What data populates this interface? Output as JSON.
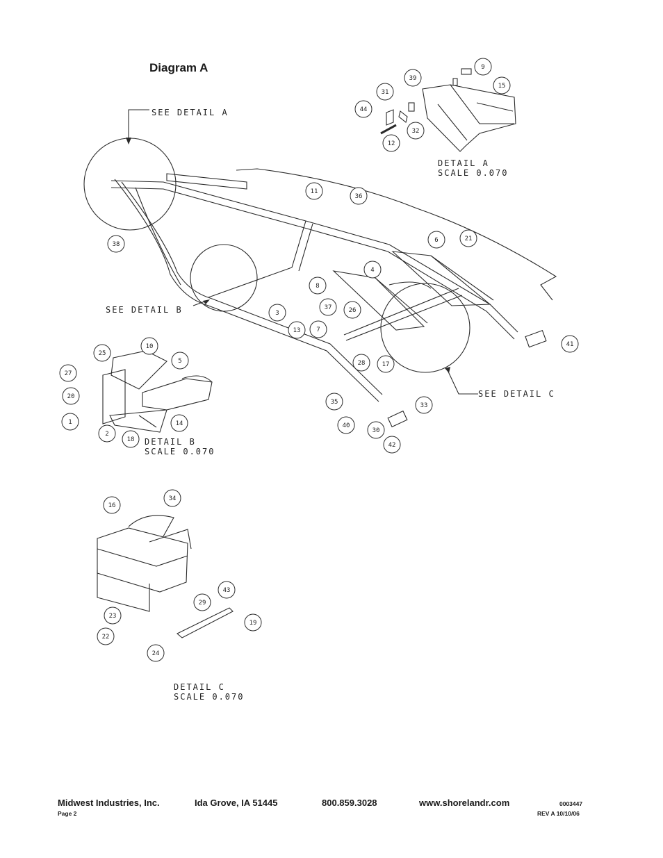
{
  "page": {
    "title": "Diagram A"
  },
  "labels": {
    "see_detail_a": "SEE DETAIL  A",
    "see_detail_b": "SEE DETAIL  B",
    "see_detail_c": "SEE DETAIL  C",
    "detail_a": "DETAIL  A",
    "detail_b": "DETAIL  B",
    "detail_c": "DETAIL  C",
    "scale": "SCALE  0.070"
  },
  "callouts": [
    "9",
    "39",
    "31",
    "15",
    "44",
    "32",
    "12",
    "11",
    "36",
    "38",
    "6",
    "21",
    "4",
    "8",
    "37",
    "26",
    "3",
    "13",
    "7",
    "28",
    "17",
    "41",
    "10",
    "25",
    "5",
    "27",
    "20",
    "1",
    "2",
    "18",
    "14",
    "35",
    "33",
    "40",
    "30",
    "42",
    "16",
    "34",
    "29",
    "43",
    "23",
    "19",
    "22",
    "24"
  ],
  "footer": {
    "company": "Midwest Industries, Inc.",
    "location": "Ida Grove, IA  51445",
    "phone": "800.859.3028",
    "website": "www.shorelandr.com",
    "page_label": "Page 2",
    "doc_number": "0003447",
    "revision": "REV A  10/10/06"
  }
}
